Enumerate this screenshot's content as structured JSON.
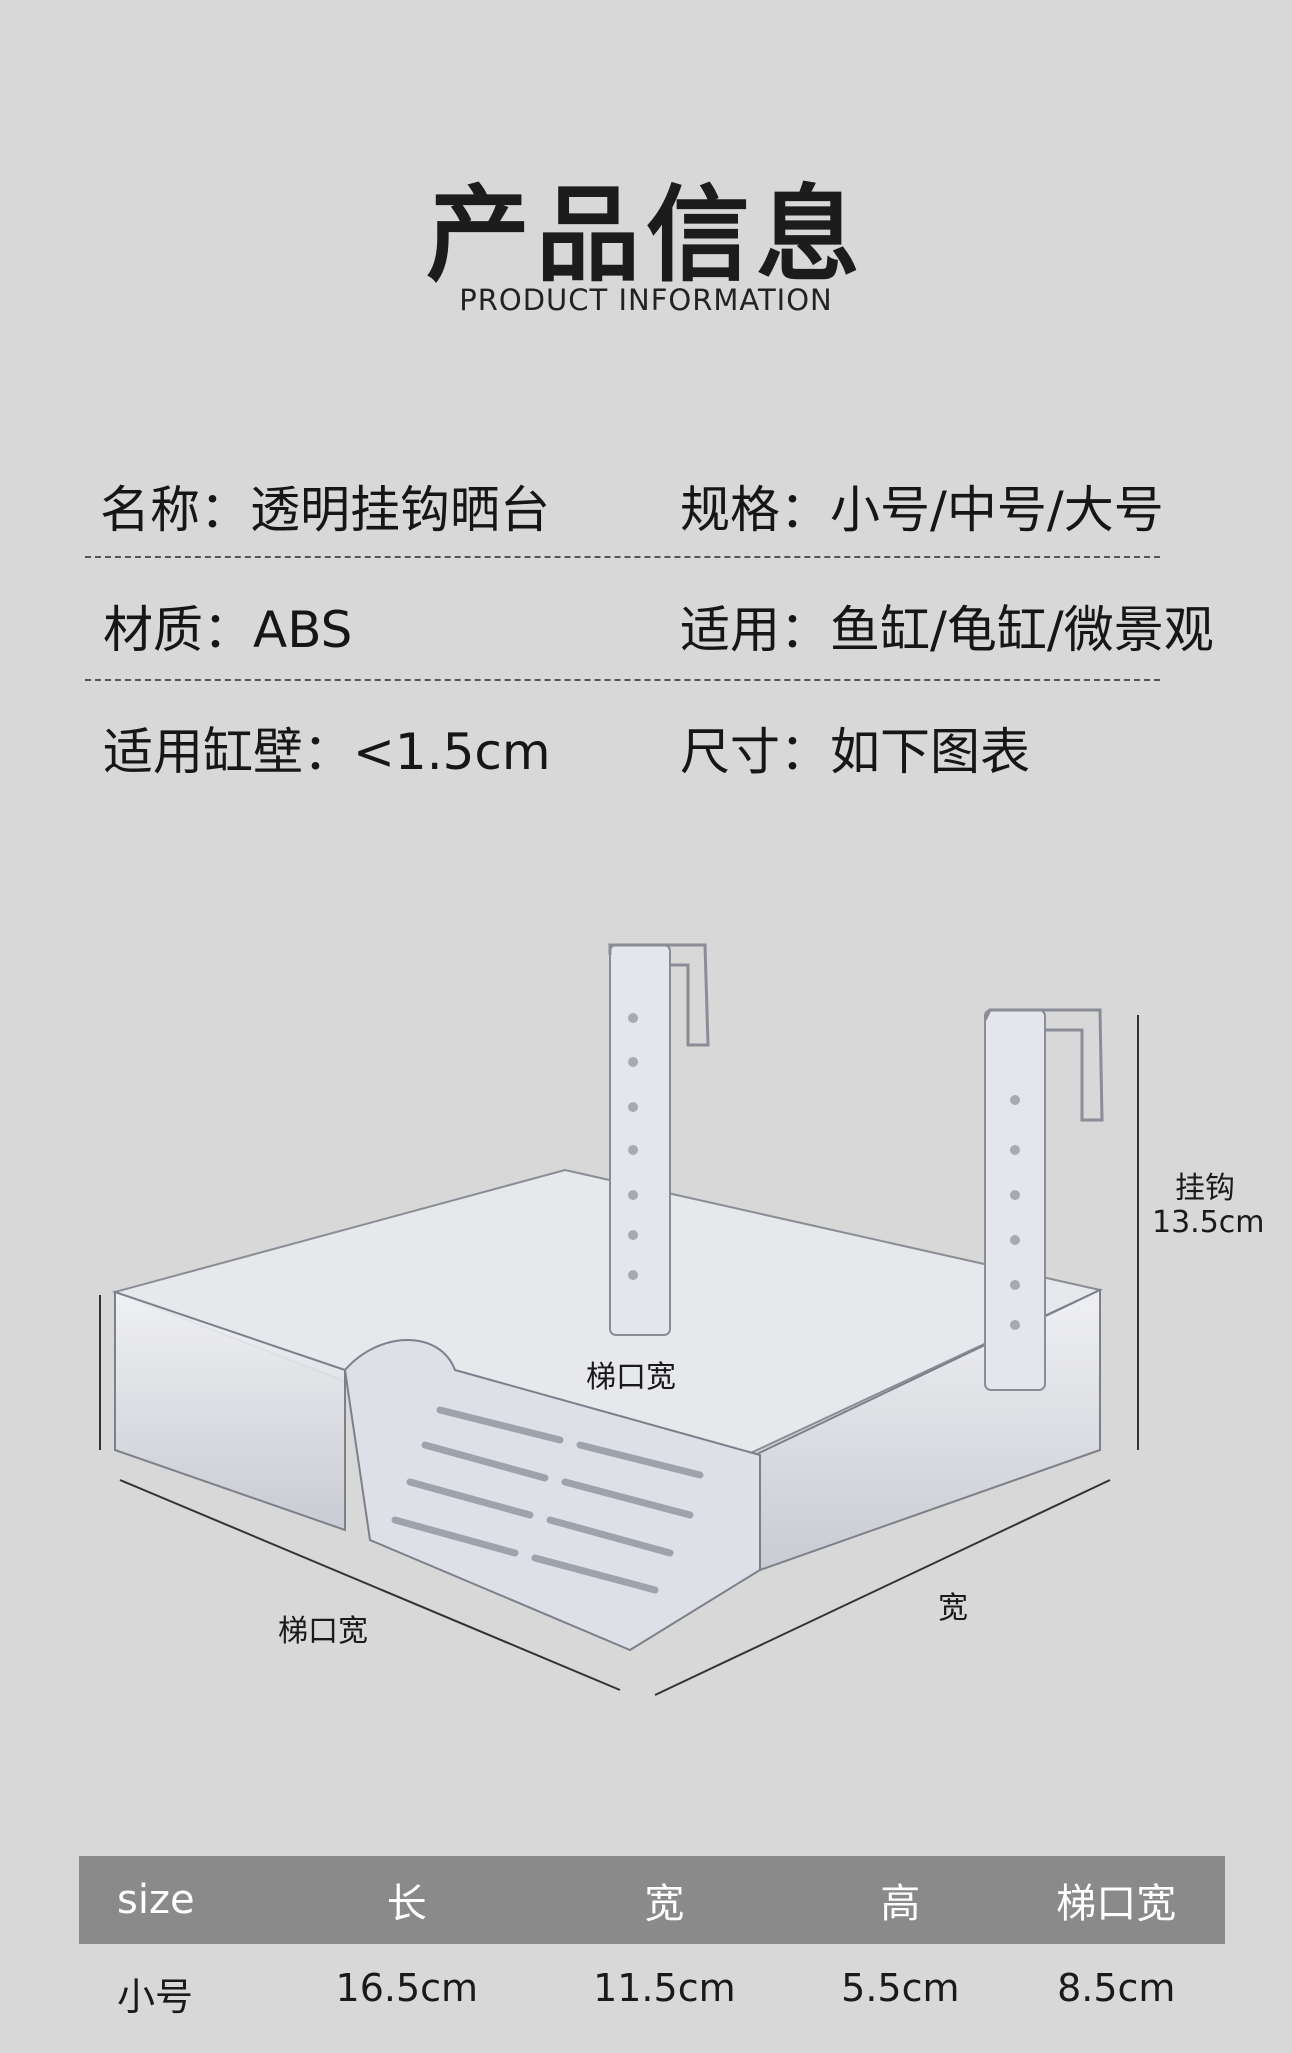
{
  "header": {
    "title": "产品信息",
    "subtitle": "PRODUCT INFORMATION"
  },
  "specs": {
    "name": "名称：透明挂钩晒台",
    "size": "规格：小号/中号/大号",
    "material": "材质：ABS",
    "usage": "适用：鱼缸/龟缸/微景观",
    "wall": "适用缸壁：<1.5cm",
    "dimensions": "尺寸：如下图表"
  },
  "diagram": {
    "hook_label": "挂钩",
    "hook_value": "13.5cm",
    "ladder_width_inner": "梯口宽",
    "ladder_width_front": "梯口宽",
    "width_label": "宽"
  },
  "table": {
    "headers": [
      "size",
      "长",
      "宽",
      "高",
      "梯口宽"
    ],
    "rows": [
      [
        "小号",
        "16.5cm",
        "11.5cm",
        "5.5cm",
        "8.5cm"
      ]
    ]
  },
  "colors": {
    "background": "#d8d8d8",
    "table_header": "#8a8a8a"
  }
}
